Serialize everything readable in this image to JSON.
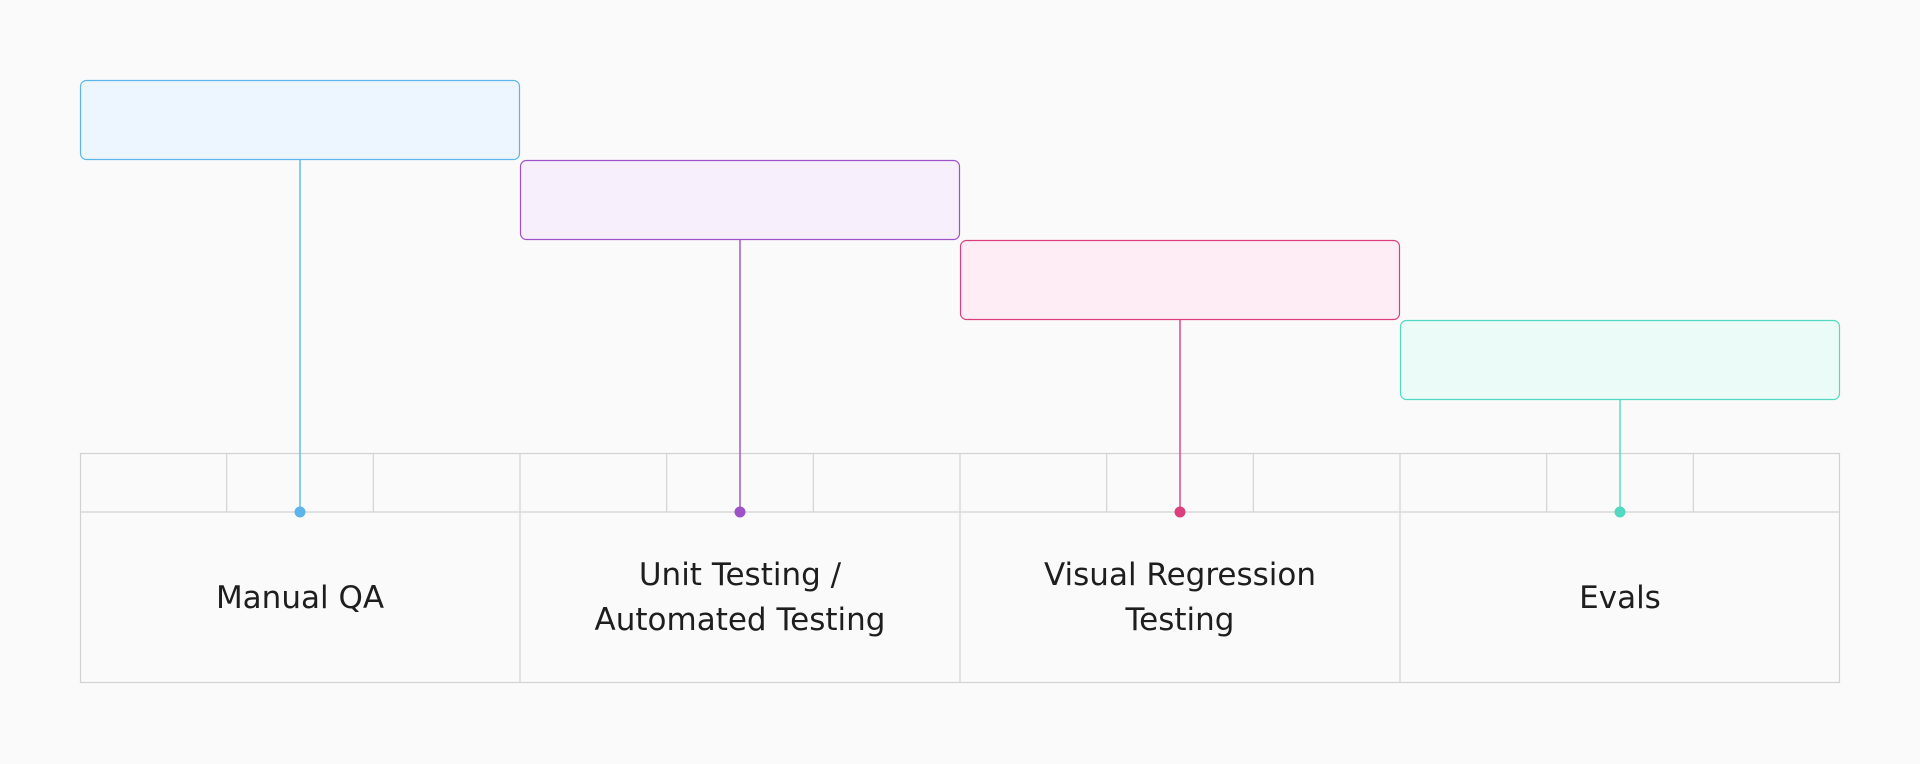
{
  "stages": [
    {
      "label": "Manual QA",
      "color": "#5db4ec",
      "fill": "#edf6fe"
    },
    {
      "label": "Unit Testing /\nAutomated Testing",
      "color": "#9d52c7",
      "fill": "#f8effd"
    },
    {
      "label": "Visual Regression\nTesting",
      "color": "#dc3f7e",
      "fill": "#ffedf6"
    },
    {
      "label": "Evals",
      "color": "#53d8c1",
      "fill": "#ebfbf7"
    }
  ],
  "grid_color": "#d2d2d2",
  "background": "#fafafa"
}
